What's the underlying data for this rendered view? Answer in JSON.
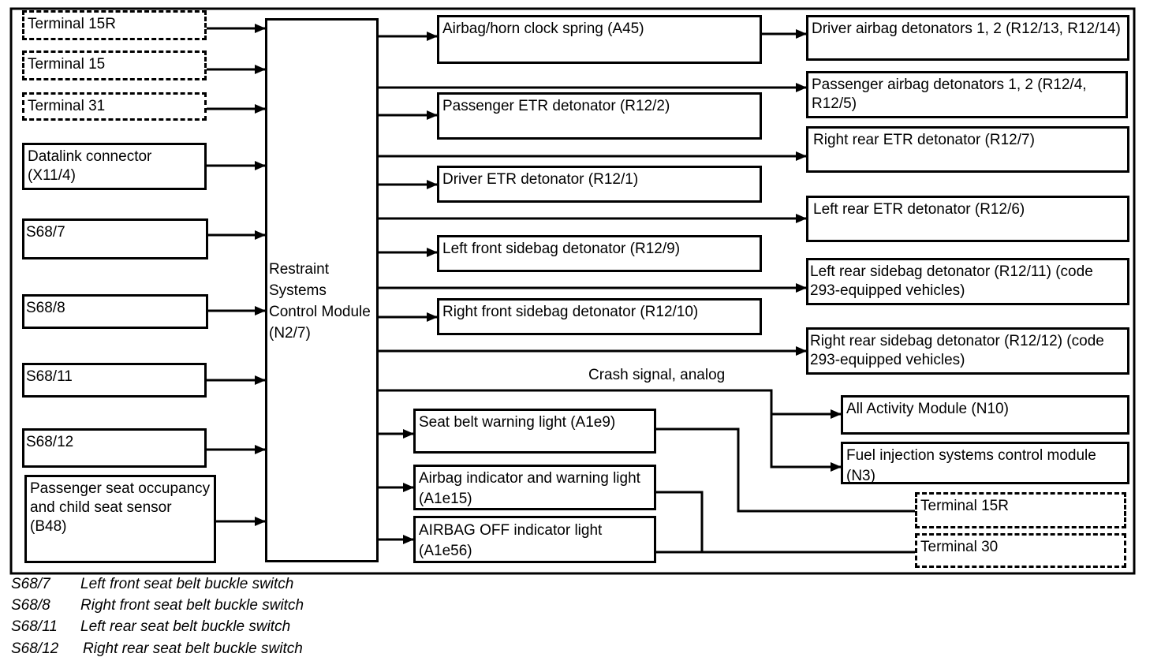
{
  "inputs": {
    "terminal_15r": "Terminal 15R",
    "terminal_15": "Terminal 15",
    "terminal_31": "Terminal 31",
    "datalink": "Datalink connector (X11/4)",
    "s68_7": "S68/7",
    "s68_8": "S68/8",
    "s68_11": "S68/11",
    "s68_12": "S68/12",
    "b48": "Passenger seat occupancy and child seat sensor (B48)"
  },
  "module": "Restraint Systems Control Module (N2/7)",
  "middle": {
    "clock_spring": "Airbag/horn clock spring (A45)",
    "passenger_etr": "Passenger ETR detonator (R12/2)",
    "driver_etr": "Driver ETR detonator (R12/1)",
    "left_front_sidebag": "Left front sidebag detonator (R12/9)",
    "right_front_sidebag": "Right front sidebag detonator (R12/10)",
    "seat_belt_light": "Seat belt warning light (A1e9)",
    "airbag_indicator": "Airbag indicator and warning light (A1e15)",
    "airbag_off": "AIRBAG OFF indicator light (A1e56)"
  },
  "right": {
    "driver_airbag": "Driver airbag detonators 1, 2 (R12/13, R12/14)",
    "passenger_airbag": "Passenger airbag detonators 1, 2 (R12/4, R12/5)",
    "right_rear_etr": "Right rear ETR detonator (R12/7)",
    "left_rear_etr": "Left rear ETR detonator (R12/6)",
    "left_rear_sidebag": "Left rear sidebag detonator (R12/11) (code 293-equipped vehicles)",
    "right_rear_sidebag": "Right rear sidebag detonator (R12/12) (code 293-equipped vehicles)",
    "aam": "All Activity Module (N10)",
    "fuel_injection": "Fuel injection systems control module (N3)",
    "terminal_15r": "Terminal 15R",
    "terminal_30": "Terminal 30"
  },
  "crash_signal_label": "Crash signal, analog",
  "legend": [
    {
      "code": "S68/7",
      "text": "Left front seat belt buckle switch"
    },
    {
      "code": "S68/8",
      "text": "Right front seat belt buckle switch"
    },
    {
      "code": "S68/11",
      "text": "Left rear seat belt buckle switch"
    },
    {
      "code": "S68/12",
      "text": "Right rear seat belt buckle switch"
    }
  ]
}
